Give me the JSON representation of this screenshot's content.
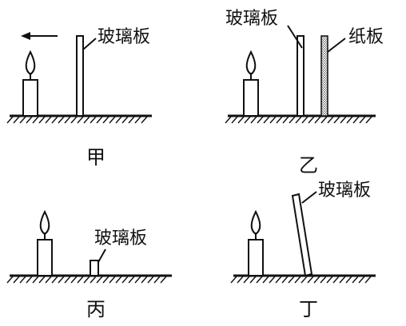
{
  "panels": [
    {
      "caption": "甲",
      "label": "玻璃板"
    },
    {
      "caption": "乙",
      "label_glass": "玻璃板",
      "label_paper": "纸板"
    },
    {
      "caption": "丙",
      "label": "玻璃板"
    },
    {
      "caption": "丁",
      "label": "玻璃板"
    }
  ]
}
